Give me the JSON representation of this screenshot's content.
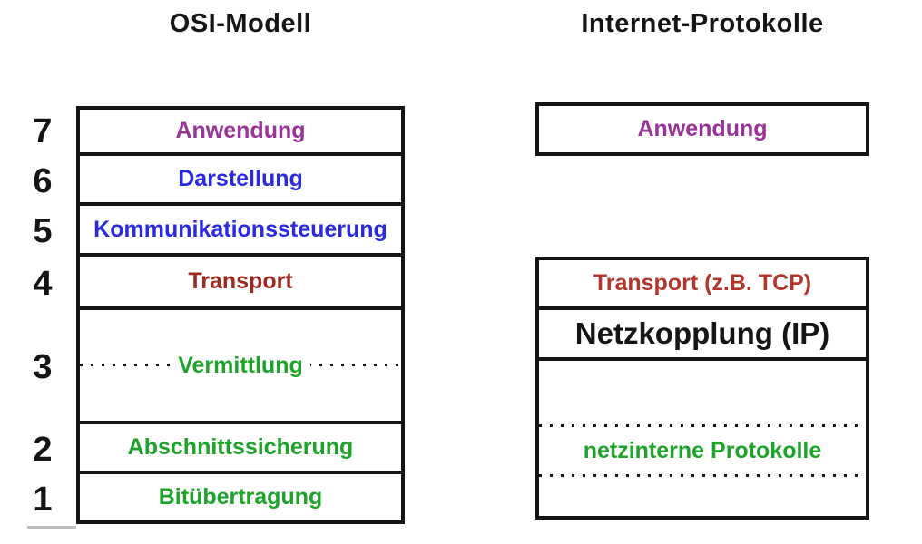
{
  "colors": {
    "black": "#151515",
    "purple": "#993399",
    "blue": "#2a2adf",
    "dark_red": "#9a2b21",
    "red": "#b2362a",
    "green": "#1ea32a"
  },
  "left": {
    "title": "OSI-Modell",
    "layers": [
      {
        "num": "7",
        "label": "Anwendung",
        "color": "#993399"
      },
      {
        "num": "6",
        "label": "Darstellung",
        "color": "#2a2adf"
      },
      {
        "num": "5",
        "label": "Kommunikationssteuerung",
        "color": "#2a2adf"
      },
      {
        "num": "4",
        "label": "Transport",
        "color": "#9a2b21"
      },
      {
        "num": "3",
        "label": "Vermittlung",
        "color": "#1ea32a"
      },
      {
        "num": "2",
        "label": "Abschnittssicherung",
        "color": "#1ea32a"
      },
      {
        "num": "1",
        "label": "Bitübertragung",
        "color": "#1ea32a"
      }
    ]
  },
  "right": {
    "title": "Internet-Protokolle",
    "application_box": {
      "label": "Anwendung",
      "color": "#993399"
    },
    "stack": [
      {
        "label": "Transport (z.B. TCP)",
        "color": "#b2362a"
      },
      {
        "label": "Netzkopplung (IP)",
        "color": "#151515"
      },
      {
        "label": "netzinterne Protokolle",
        "color": "#1ea32a"
      }
    ]
  }
}
